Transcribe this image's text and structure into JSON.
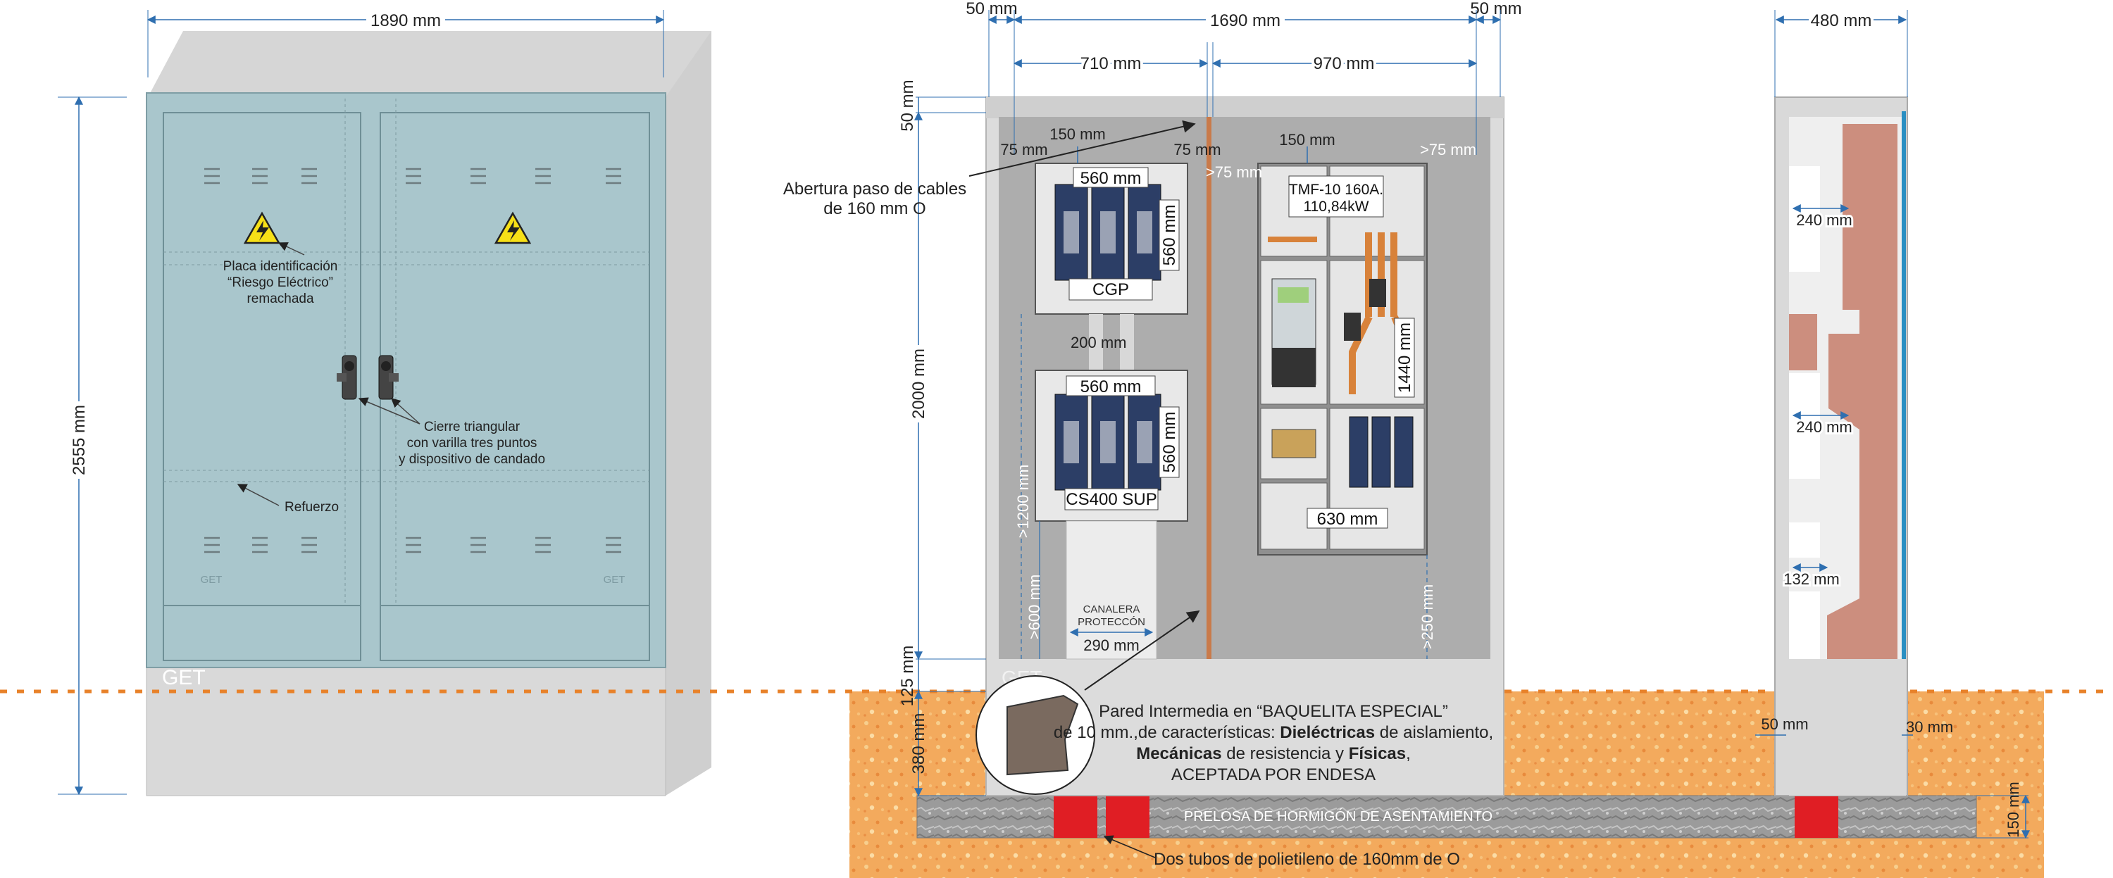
{
  "colors": {
    "cabinet_panel": "#a9c6cc",
    "cabinet_body": "#d9d9d9",
    "dimension_line": "#2f6fb0",
    "gravel": "#f1a65a",
    "concrete": "#9a9a9a",
    "tube_red": "#e01e24",
    "ground_line": "#e8822a"
  },
  "front_view": {
    "width_dim": "1890 mm",
    "height_dim": "2555 mm",
    "label_plate": [
      "Placa identificación",
      "“Riesgo Eléctrico”",
      "remachada"
    ],
    "label_lock": [
      "Cierre triangular",
      "con varilla tres puntos",
      "y dispositivo de candado"
    ],
    "label_reinforce": "Refuerzo",
    "brand": "GET",
    "door_brand_small": "GET"
  },
  "interior_view": {
    "dim_top_left_margin": "50 mm",
    "dim_top_total": "1690 mm",
    "dim_top_right_margin": "50 mm",
    "dim_left_section": "710 mm",
    "dim_right_section": "970 mm",
    "dim_top_50": "50 mm",
    "dim_2000": "2000 mm",
    "dim_125": "125 mm",
    "dim_380": "380 mm",
    "dim_75_left": "75 mm",
    "dim_150_left": "150 mm",
    "dim_75_mid": "75 mm",
    "dim_gt75_mid": ">75 mm",
    "dim_150_right": "150 mm",
    "dim_gt75_right": ">75 mm",
    "cable_opening": [
      "Abertura paso de cables",
      "de 160 mm O"
    ],
    "cgp_width": "560 mm",
    "cgp_height": "560 mm",
    "cgp_label": "CGP",
    "gap_200": "200 mm",
    "cs_width": "560 mm",
    "cs_height": "560 mm",
    "cs_label": "CS400 SUP",
    "dim_gt1200": ">1200 mm",
    "dim_gt600": ">600 mm",
    "duct_label": [
      "CANALERA",
      "PROTECCÓN"
    ],
    "duct_width": "290 mm",
    "tmf_label": [
      "TMF-10 160A.",
      "110,84kW"
    ],
    "tmf_height": "1440 mm",
    "tmf_width": "630 mm",
    "dim_gt250": ">250 mm",
    "brand": "GET",
    "wall_note": {
      "line1": "Pared Intermedia en “BAQUELITA ESPECIAL”",
      "line2a": "de 10 mm.,de características: ",
      "line2b": "Dieléctricas",
      "line2c": " de aislamiento,",
      "line3a": "Mecánicas",
      "line3b": " de resistencia y ",
      "line3c": "Físicas",
      "line3d": ",",
      "line4": "ACEPTADA POR ENDESA"
    },
    "slab_label": "PRELOSA DE HORMIGÓN DE ASENTAMIENTO",
    "tubes_label": "Dos tubos de polietileno de 160mm de O"
  },
  "side_view": {
    "width_dim": "480 mm",
    "dim_240_a": "240 mm",
    "dim_240_b": "240 mm",
    "dim_132": "132 mm",
    "dim_50": "50 mm",
    "dim_30": "30 mm",
    "dim_150": "150 mm"
  }
}
